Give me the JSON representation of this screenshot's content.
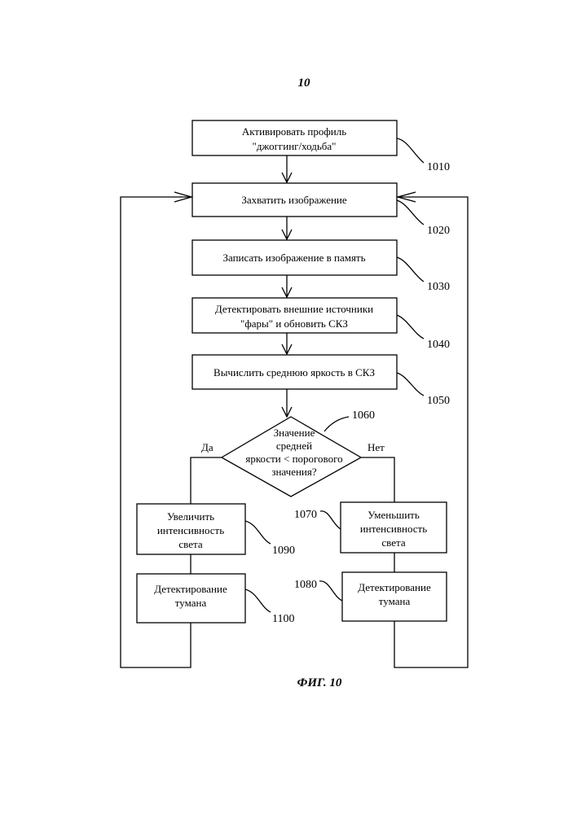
{
  "page_number": "10",
  "figure_caption": "ФИГ. 10",
  "steps": {
    "s1010": {
      "line1": "Активировать профиль",
      "line2": "\"джоггинг/ходьба\"",
      "ref": "1010"
    },
    "s1020": {
      "line1": "Захватить изображение",
      "ref": "1020"
    },
    "s1030": {
      "line1": "Записать изображение в память",
      "ref": "1030"
    },
    "s1040": {
      "line1": "Детектировать внешние источники",
      "line2": "\"фары\" и обновить СКЗ",
      "ref": "1040"
    },
    "s1050": {
      "line1": "Вычислить среднюю яркость в СКЗ",
      "ref": "1050"
    },
    "s1060": {
      "line1": "Значение",
      "line2": "средней",
      "line3": "яркости < порогового",
      "line4": "значения?",
      "ref": "1060"
    },
    "s1070": {
      "line1": "Уменьшить",
      "line2": "интенсивность",
      "line3": "света",
      "ref": "1070"
    },
    "s1080": {
      "line1": "Детектирование",
      "line2": "тумана",
      "ref": "1080"
    },
    "s1090": {
      "line1": "Увеличить",
      "line2": "интенсивность",
      "line3": "света",
      "ref": "1090"
    },
    "s1100": {
      "line1": "Детектирование",
      "line2": "тумана",
      "ref": "1100"
    }
  },
  "branches": {
    "yes": "Да",
    "no": "Нет"
  }
}
